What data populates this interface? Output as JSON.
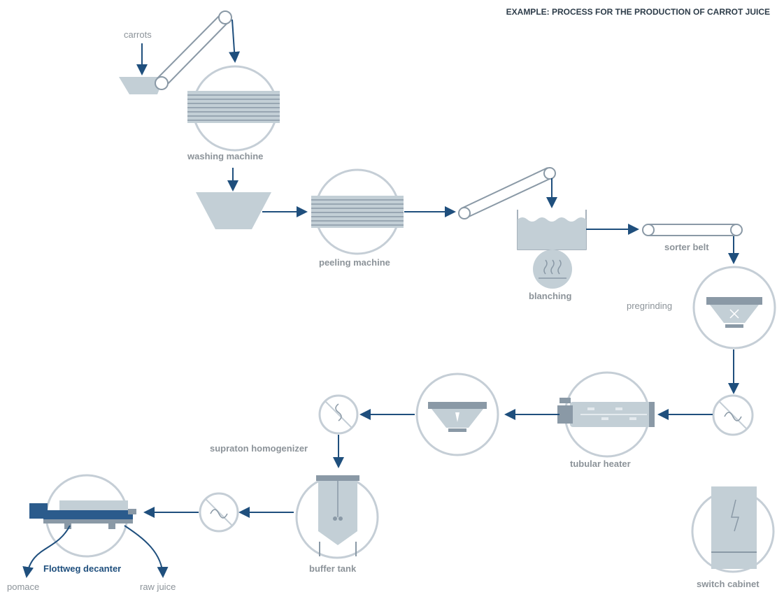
{
  "title": "EXAMPLE: PROCESS FOR THE PRODUCTION OF CARROT JUICE",
  "labels": {
    "carrots": "carrots",
    "washing": "washing machine",
    "peeling": "peeling machine",
    "blanching": "blanching",
    "sorter": "sorter belt",
    "pregrinding": "pregrinding",
    "tubular": "tubular heater",
    "homogenizer": "supraton homogenizer",
    "buffer": "buffer tank",
    "decanter": "Flottweg decanter",
    "pomace": "pomace",
    "rawjuice": "raw juice",
    "switch": "switch cabinet"
  },
  "colors": {
    "flow": "#1f4f7d",
    "equipment": "#c3cfd6",
    "equipment_dark": "#8a99a6",
    "outline": "#c5ced6",
    "decanter": "#2b5b8c"
  }
}
